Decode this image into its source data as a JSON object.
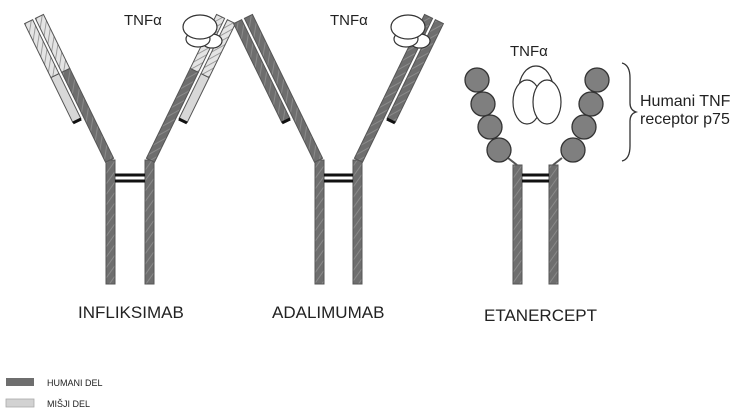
{
  "molecules": [
    {
      "name": "INFLIKSIMAB",
      "ligand": "TNFα"
    },
    {
      "name": "ADALIMUMAB",
      "ligand": "TNFα"
    },
    {
      "name": "ETANERCEPT",
      "ligand": "TNFα"
    }
  ],
  "receptor_label": {
    "line1": "Humani TNF",
    "line2": "receptor p75"
  },
  "legend": [
    {
      "label": "HUMANI DEL",
      "color": "#6e6e6e"
    },
    {
      "label": "MIŠJI DEL",
      "color": "#d2d2d2"
    }
  ],
  "colors": {
    "human": "#6e6e6e",
    "mouse": "#d2d2d2",
    "receptor_domain": "#7f7f7f"
  }
}
